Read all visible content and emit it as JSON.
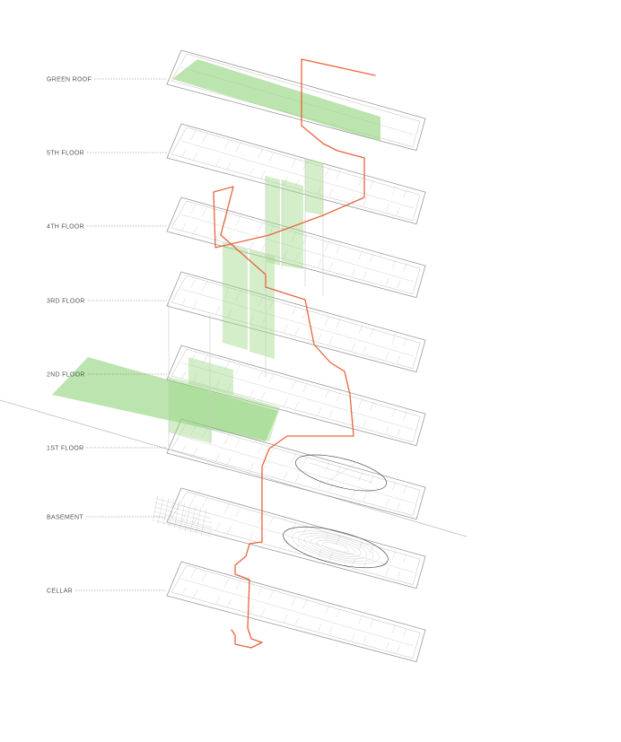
{
  "floors": [
    {
      "id": "green-roof",
      "label": "GREEN ROOF"
    },
    {
      "id": "5th-floor",
      "label": "5TH FLOOR"
    },
    {
      "id": "4th-floor",
      "label": "4TH FLOOR"
    },
    {
      "id": "3rd-floor",
      "label": "3RD FLOOR"
    },
    {
      "id": "2nd-floor",
      "label": "2ND FLOOR"
    },
    {
      "id": "1st-floor",
      "label": "1ST FLOOR"
    },
    {
      "id": "basement",
      "label": "BASEMENT"
    },
    {
      "id": "cellar",
      "label": "CELLAR"
    }
  ],
  "colors": {
    "route": "#e8643c",
    "green_space": "#9fd98a",
    "linework": "#9a9a9a",
    "label": "#555555"
  }
}
